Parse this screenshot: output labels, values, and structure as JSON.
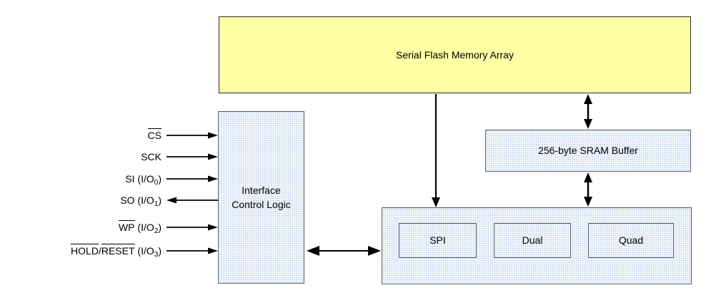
{
  "colors": {
    "flash_fill": "#ffffa4",
    "box_fill": "#f4f9fd",
    "box_border": "#5b6268",
    "arrow": "#000000"
  },
  "blocks": {
    "flash_array": "Serial Flash Memory Array",
    "interface_logic_line1": "Interface",
    "interface_logic_line2": "Control Logic",
    "sram_buffer": "256-byte SRAM Buffer",
    "spi": "SPI",
    "dual": "Dual",
    "quad": "Quad"
  },
  "signals": [
    {
      "ov": "CS",
      "direction": "in"
    },
    {
      "plain": "SCK",
      "direction": "in"
    },
    {
      "pre": "SI (I/O",
      "sub": "0",
      "post": ")",
      "direction": "in"
    },
    {
      "pre": "SO (I/O",
      "sub": "1",
      "post": ")",
      "direction": "out"
    },
    {
      "ov": "WP",
      "pre": " (I/O",
      "sub": "2",
      "post": ")",
      "direction": "in"
    },
    {
      "ov1": "HOLD",
      "sep": "/",
      "ov2": "RESET",
      "pre": " (I/O",
      "sub": "3",
      "post": ")",
      "direction": "in"
    }
  ]
}
